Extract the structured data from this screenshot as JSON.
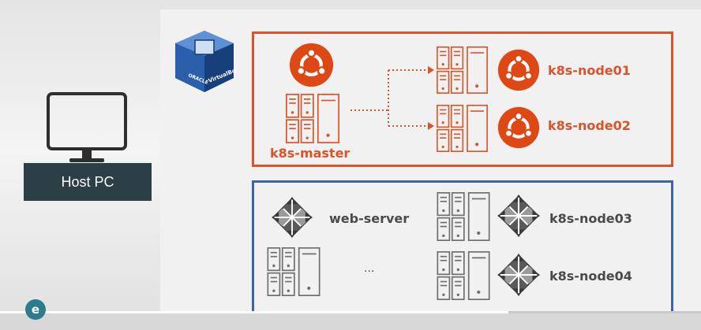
{
  "host": {
    "label": "Host PC"
  },
  "virtualbox": {
    "label": "VirtualBox",
    "brand": "ORACLE"
  },
  "groups": {
    "kubernetes": {
      "color": "#d8552b",
      "master": "k8s-master",
      "nodes": [
        "k8s-node01",
        "k8s-node02"
      ],
      "os_icon": "ubuntu-icon"
    },
    "centos": {
      "color": "#3f61a5",
      "web_server": "web-server",
      "nodes": [
        "k8s-node03",
        "k8s-node04"
      ],
      "more": "...",
      "os_icon": "centos-icon"
    }
  },
  "video": {
    "progress": 0.725
  },
  "colors": {
    "ubuntu": "#dd4814",
    "host_label_bg": "#2c3e46"
  }
}
